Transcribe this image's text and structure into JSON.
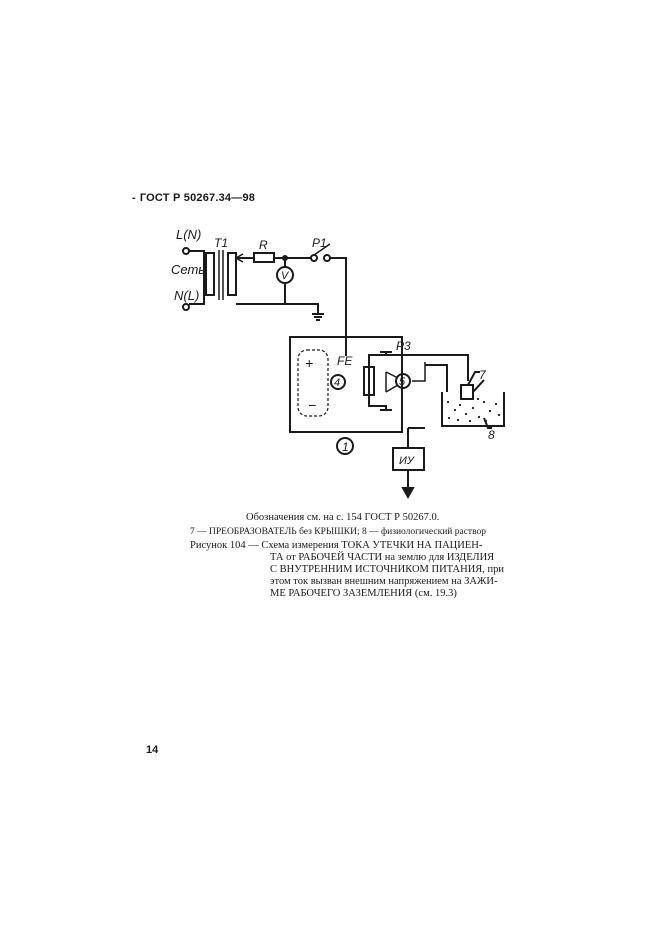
{
  "header": {
    "dash": "-",
    "standard": "ГОСТ Р 50267.34—98"
  },
  "diagram": {
    "labels": {
      "line": "L(N)",
      "neutral": "N(L)",
      "mains": "Сеть",
      "transformer": "T1",
      "resistor": "R",
      "switch": "P1",
      "switch3": "P3",
      "voltmeter": "V",
      "fe": "FE",
      "n1": "1",
      "n4": "4",
      "n5": "5",
      "n7": "7",
      "n8": "8",
      "plus": "+",
      "minus": "−",
      "mu": "ИУ"
    }
  },
  "caption": {
    "ref": "Обозначения см. на с. 154 ГОСТ Р 50267.0.",
    "legend": "7 — ПРЕОБРАЗОВАТЕЛЬ без КРЫШКИ; 8 — физиологический раствор",
    "lines": [
      "Рисунок 104 — Схема измерения ТОКА УТЕЧКИ НА ПАЦИЕН-",
      "ТА от РАБОЧЕЙ ЧАСТИ на землю для ИЗДЕЛИЯ",
      "С ВНУТРЕННИМ ИСТОЧНИКОМ ПИТАНИЯ, при",
      "этом ток вызван внешним напряжением на ЗАЖИ-",
      "МЕ РАБОЧЕГО ЗАЗЕМЛЕНИЯ (см. 19.3)"
    ]
  },
  "page_number": "14"
}
